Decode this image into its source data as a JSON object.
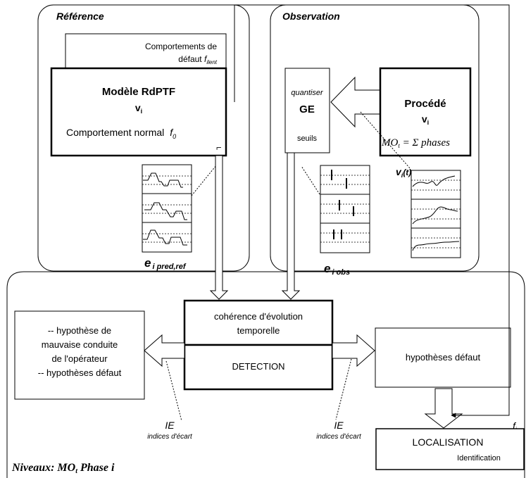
{
  "panels": {
    "reference": {
      "title": "Référence"
    },
    "observation": {
      "title": "Observation"
    }
  },
  "reference": {
    "fault_box": {
      "line1": "Comportements de",
      "line2_prefix": "défaut ",
      "line2_var": "f",
      "line2_sub": "ilent"
    },
    "model": {
      "title": "Modèle RdPTF",
      "var": "v",
      "var_sub": "i",
      "normal_label": "Comportement normal",
      "normal_var": "f",
      "normal_sub": "0"
    },
    "signal_label": {
      "var": "e",
      "sub": "i pred,ref"
    }
  },
  "observation": {
    "ge_box": {
      "top": "quantiser",
      "title": "GE",
      "bottom": "seuils"
    },
    "process": {
      "title": "Procédé",
      "var": "v",
      "var_sub": "i",
      "formula_prefix": "MO",
      "formula_sub": "t",
      "formula_suffix": " = Σ phases"
    },
    "vi_label": {
      "var": "v",
      "sub": "i",
      "arg": "(t)"
    },
    "signal_label": {
      "var": "e",
      "sub": "i obs"
    }
  },
  "bottom": {
    "coherence": {
      "line1": "cohérence d'évolution",
      "line2": "temporelle"
    },
    "detection": "DETECTION",
    "left_box": {
      "line1": "-- hypothèse de",
      "line2": "mauvaise conduite",
      "line3": "de l'opérateur",
      "line4": "-- hypothèses défaut"
    },
    "right_box": "hypothèses défaut",
    "ie_left": {
      "label": "IE",
      "sub": "indices d'écart"
    },
    "ie_right": {
      "label": "IE",
      "sub": "indices d'écart"
    },
    "fi": {
      "var": "f",
      "sub": "i"
    },
    "localisation": {
      "title": "LOCALISATION",
      "sub": "Identification"
    },
    "levels": {
      "prefix": "Niveaux: MO",
      "sub": "t",
      "suffix": "  Phase i"
    }
  }
}
